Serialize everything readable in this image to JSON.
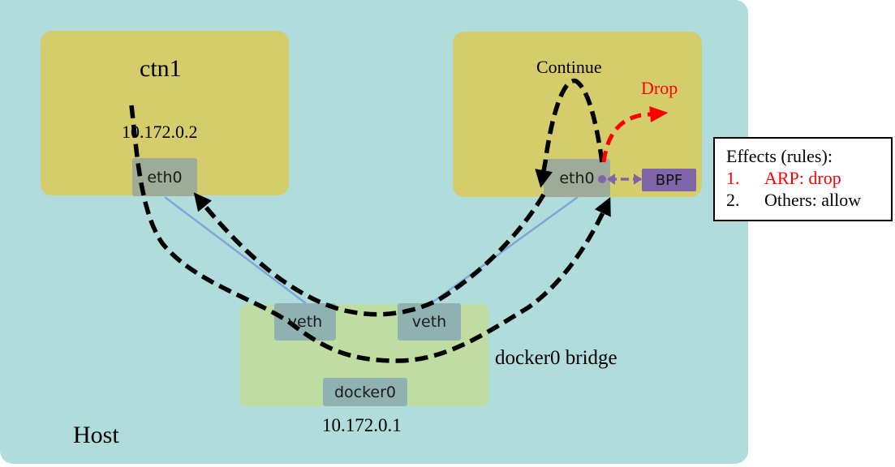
{
  "host": {
    "label": "Host"
  },
  "containers": [
    {
      "name": "ctn1",
      "ip": "10.172.0.2",
      "iface": "eth0"
    },
    {
      "name": "",
      "iface": "eth0"
    }
  ],
  "bridge": {
    "label": "docker0 bridge",
    "veths": [
      "veth",
      "veth"
    ],
    "device": "docker0",
    "ip": "10.172.0.1"
  },
  "bpf": {
    "label": "BPF"
  },
  "flow": {
    "continue_label": "Continue",
    "drop_label": "Drop"
  },
  "legend": {
    "title": "Effects (rules):",
    "rules": [
      {
        "num": "1.",
        "text": "ARP: drop",
        "highlight": true
      },
      {
        "num": "2.",
        "text": "Others: allow",
        "highlight": false
      }
    ]
  },
  "colors": {
    "host_bg": "#b0dcdb",
    "container_bg": "#d5cd6b",
    "bridge_bg": "#bfdca2",
    "iface_bg": "#9eab96",
    "veth_bg": "#8fb2b1",
    "bpf_bg": "#8064a8",
    "drop": "#ff0000",
    "link": "#7ea6d6"
  }
}
